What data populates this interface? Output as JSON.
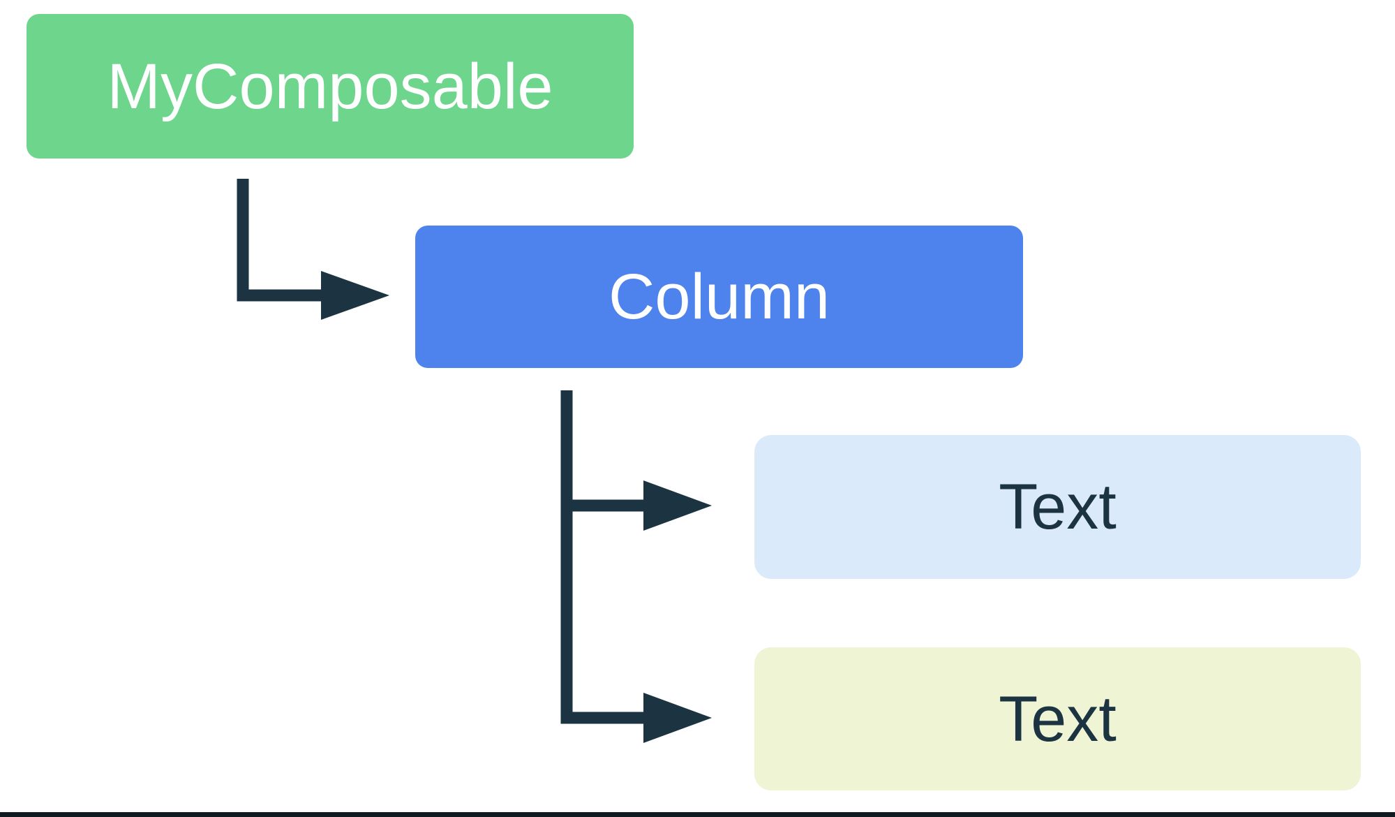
{
  "diagram": {
    "background": "#FFFFFF",
    "connector_color": "#1C3442",
    "bottom_border_color": "#101A21",
    "nodes": [
      {
        "id": "mycomposable",
        "label": "MyComposable",
        "bg": "#6DD58C",
        "fg": "#FFFFFF"
      },
      {
        "id": "column",
        "label": "Column",
        "bg": "#4E82EC",
        "fg": "#FFFFFF"
      },
      {
        "id": "text-1",
        "label": "Text",
        "bg": "#DBEAFB",
        "fg": "#1C3442"
      },
      {
        "id": "text-2",
        "label": "Text",
        "bg": "#EEF4D4",
        "fg": "#1C3442"
      }
    ],
    "edges": [
      {
        "from": "MyComposable",
        "to": "Column"
      },
      {
        "from": "Column",
        "to": "Text (first child)"
      },
      {
        "from": "Column",
        "to": "Text (second child)"
      }
    ]
  }
}
